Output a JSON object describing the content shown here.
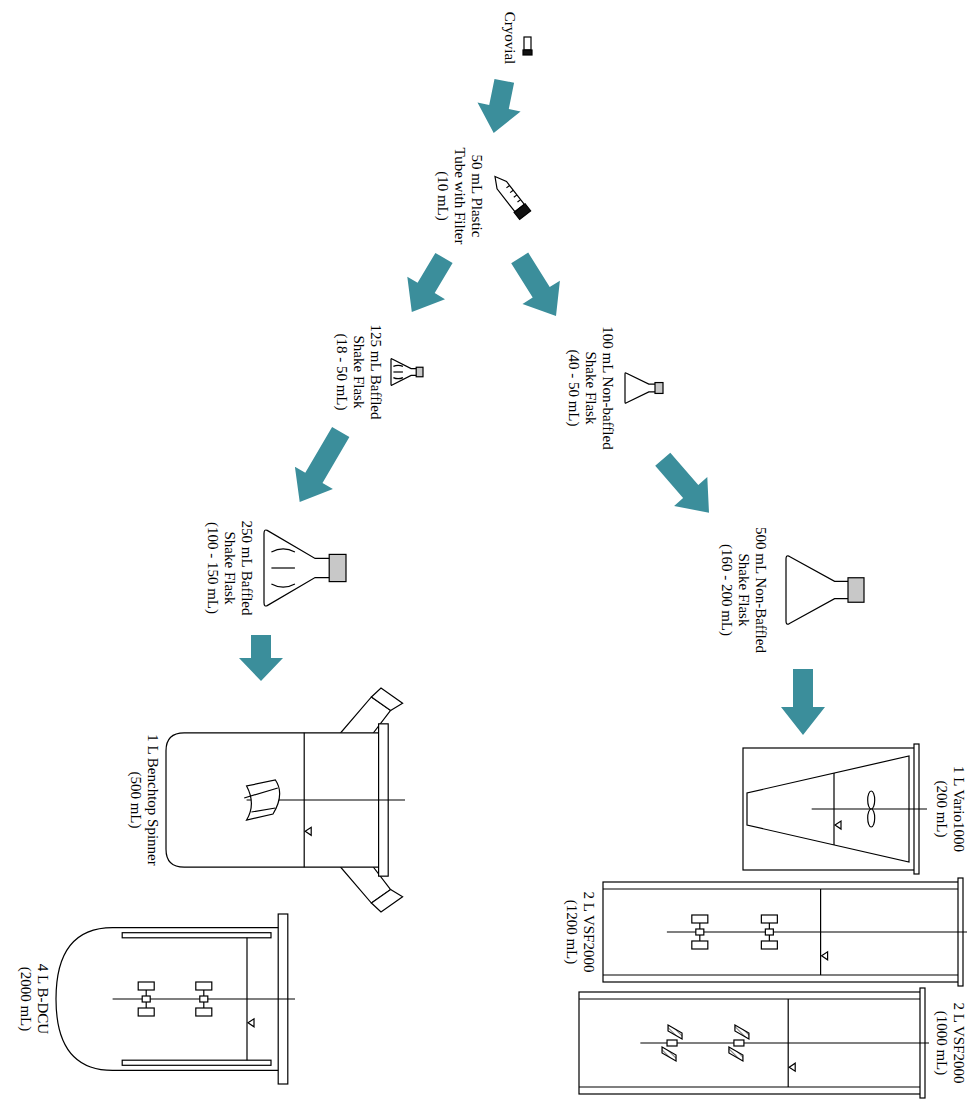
{
  "diagram": {
    "nodes": [
      {
        "text": [
          "Cryovial"
        ]
      },
      {
        "text": [
          "50 mL Plastic Tube with Filter",
          "(10 mL)"
        ]
      },
      {
        "text": [
          "100 mL Non-baffled Shake Flask",
          "(40 - 50 mL)"
        ]
      },
      {
        "text": [
          "500 mL Non-Baffled Shake Flask",
          "(160 - 200 mL)"
        ]
      },
      {
        "text": [
          "125 mL Baffled Shake Flask",
          "(18 - 50 mL)"
        ]
      },
      {
        "text": [
          "250 mL Baffled Shake Flask",
          "(100 - 150 mL)"
        ]
      },
      {
        "text": [
          "1 L Vario1000",
          "(200 mL)"
        ]
      },
      {
        "text": [
          "2 L VSF2000",
          "(1200 mL)"
        ]
      },
      {
        "text": [
          "2 L VSF2000",
          "(1000 mL)"
        ]
      },
      {
        "text": [
          "1 L Benchtop Spinner",
          "(500 mL)"
        ]
      },
      {
        "text": [
          "4 L B-DCU",
          "(2000 mL)"
        ]
      }
    ],
    "edges": [
      {
        "from": 0,
        "to": 1,
        "arrow": "to"
      },
      {
        "from": 1,
        "to": 2,
        "arrow": "to"
      },
      {
        "from": 2,
        "to": 3,
        "arrow": "to"
      },
      {
        "from": 3,
        "to": 6,
        "arrow": "to"
      },
      {
        "from": 1,
        "to": 4,
        "arrow": "to"
      },
      {
        "from": 4,
        "to": 5,
        "arrow": "to"
      },
      {
        "from": 5,
        "to": 9,
        "arrow": "to"
      }
    ]
  }
}
